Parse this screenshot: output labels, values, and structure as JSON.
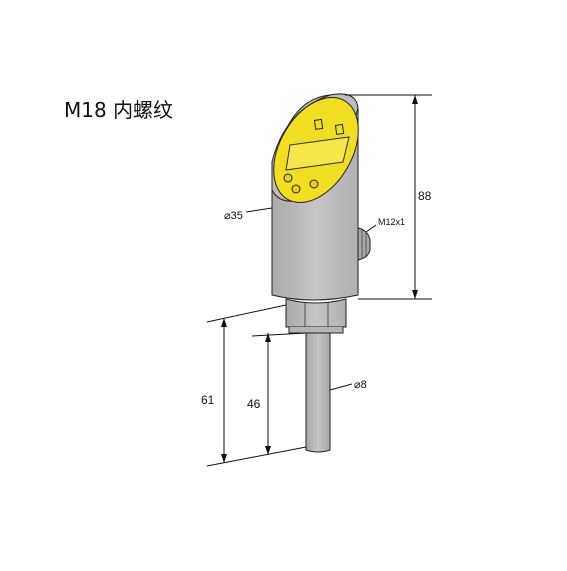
{
  "title": "M18 内螺纹",
  "dimensions": {
    "height_housing": "88",
    "diameter_housing": "⌀35",
    "connector": "M12x1",
    "diameter_probe": "⌀8",
    "length_total": "61",
    "length_probe": "46"
  },
  "colors": {
    "housing": "#bcbcbc",
    "display": "#f2de21",
    "probe": "#b9b9b9",
    "line": "#111111"
  }
}
